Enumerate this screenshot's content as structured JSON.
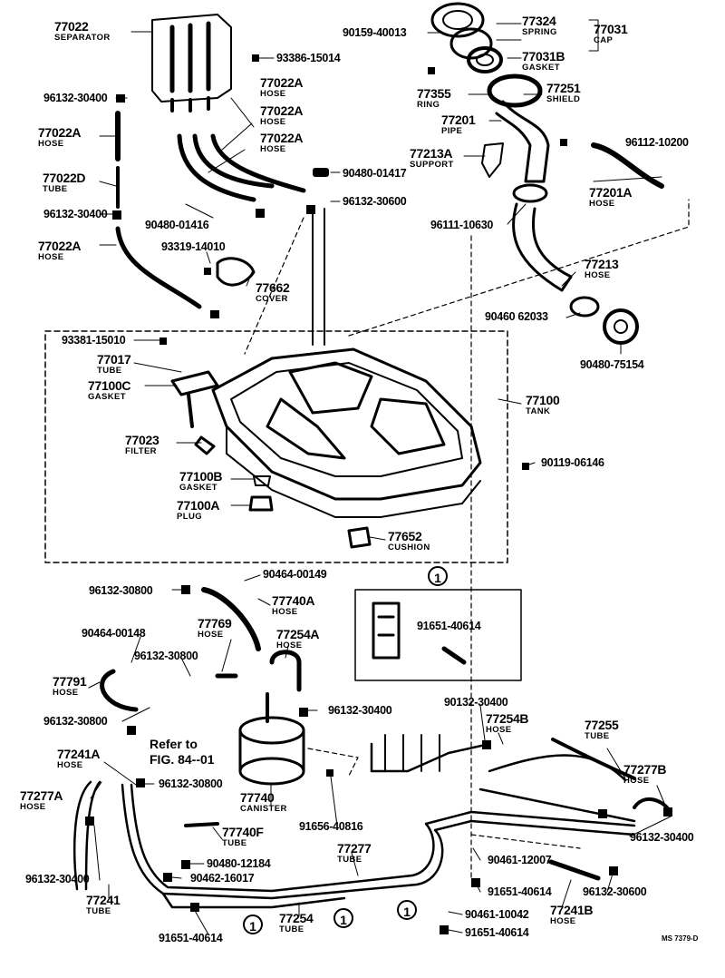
{
  "labels": {
    "separator": {
      "pn": "77022",
      "nm": "SEPARATOR"
    },
    "cap": {
      "pn": "77031",
      "nm": "CAP"
    },
    "spring": {
      "pn": "77324",
      "nm": "SPRING"
    },
    "gasket_cap": {
      "pn": "77031B",
      "nm": "GASKET"
    },
    "bolt_90159": {
      "pn": "90159-40013",
      "nm": ""
    },
    "bolt_93386": {
      "pn": "93386-15014",
      "nm": ""
    },
    "ring": {
      "pn": "77355",
      "nm": "RING"
    },
    "shield": {
      "pn": "77251",
      "nm": "SHIELD"
    },
    "pipe": {
      "pn": "77201",
      "nm": "PIPE"
    },
    "support": {
      "pn": "77213A",
      "nm": "SUPPORT"
    },
    "clip_96112": {
      "pn": "96112-10200",
      "nm": ""
    },
    "hose_77201a": {
      "pn": "77201A",
      "nm": "HOSE"
    },
    "clamp_96111": {
      "pn": "96111-10630",
      "nm": ""
    },
    "hose_77213": {
      "pn": "77213",
      "nm": "HOSE"
    },
    "clamp_90460": {
      "pn": "90460 62033",
      "nm": ""
    },
    "grommet_90480a": {
      "pn": "90480-75154",
      "nm": ""
    },
    "hose_a1": {
      "pn": "77022A",
      "nm": "HOSE"
    },
    "hose_a2": {
      "pn": "77022A",
      "nm": "HOSE"
    },
    "hose_a3": {
      "pn": "77022A",
      "nm": "HOSE"
    },
    "clip_96132_a": {
      "pn": "96132-30400",
      "nm": ""
    },
    "hose_77022a_l": {
      "pn": "77022A",
      "nm": "HOSE"
    },
    "tube_77022d": {
      "pn": "77022D",
      "nm": "TUBE"
    },
    "clip_96132_b": {
      "pn": "96132-30400",
      "nm": ""
    },
    "hose_77022a_l2": {
      "pn": "77022A",
      "nm": "HOSE"
    },
    "grommet_90480b": {
      "pn": "90480-01417",
      "nm": ""
    },
    "clip_96132_c": {
      "pn": "96132-30600",
      "nm": ""
    },
    "grommet_90480c": {
      "pn": "90480-01416",
      "nm": ""
    },
    "screw_93319": {
      "pn": "93319-14010",
      "nm": ""
    },
    "cover": {
      "pn": "77662",
      "nm": "COVER"
    },
    "screw_93381": {
      "pn": "93381-15010",
      "nm": ""
    },
    "tube_77017": {
      "pn": "77017",
      "nm": "TUBE"
    },
    "gasket_77100c": {
      "pn": "77100C",
      "nm": "GASKET"
    },
    "tank": {
      "pn": "77100",
      "nm": "TANK"
    },
    "filter": {
      "pn": "77023",
      "nm": "FILTER"
    },
    "bolt_90119": {
      "pn": "90119-06146",
      "nm": ""
    },
    "gasket_77100b": {
      "pn": "77100B",
      "nm": "GASKET"
    },
    "plug": {
      "pn": "77100A",
      "nm": "PLUG"
    },
    "cushion": {
      "pn": "77652",
      "nm": "CUSHION"
    },
    "clamp_90464_a": {
      "pn": "90464-00149",
      "nm": ""
    },
    "clip_96132_d": {
      "pn": "96132-30800",
      "nm": ""
    },
    "hose_77740a": {
      "pn": "77740A",
      "nm": "HOSE"
    },
    "clamp_91651_a": {
      "pn": "91651-40614",
      "nm": ""
    },
    "clamp_90464_b": {
      "pn": "90464-00148",
      "nm": ""
    },
    "hose_77769": {
      "pn": "77769",
      "nm": "HOSE"
    },
    "hose_77254a": {
      "pn": "77254A",
      "nm": "HOSE"
    },
    "clip_96132_e": {
      "pn": "96132-30800",
      "nm": ""
    },
    "hose_77791": {
      "pn": "77791",
      "nm": "HOSE"
    },
    "clip_96132_f": {
      "pn": "96132-30800",
      "nm": ""
    },
    "clip_96132_g": {
      "pn": "96132-30400",
      "nm": ""
    },
    "clip_90132": {
      "pn": "90132-30400",
      "nm": ""
    },
    "hose_77254b": {
      "pn": "77254B",
      "nm": "HOSE"
    },
    "tube_77255": {
      "pn": "77255",
      "nm": "TUBE"
    },
    "hose_77241a": {
      "pn": "77241A",
      "nm": "HOSE"
    },
    "clip_96132_h": {
      "pn": "96132-30800",
      "nm": ""
    },
    "hose_77277b": {
      "pn": "77277B",
      "nm": "HOSE"
    },
    "hose_77277a": {
      "pn": "77277A",
      "nm": "HOSE"
    },
    "canister": {
      "pn": "77740",
      "nm": "CANISTER"
    },
    "bolt_91656": {
      "pn": "91656-40816",
      "nm": ""
    },
    "clip_96132_i": {
      "pn": "96132-30400",
      "nm": ""
    },
    "tube_77740f": {
      "pn": "77740F",
      "nm": "TUBE"
    },
    "tube_77277": {
      "pn": "77277",
      "nm": "TUBE"
    },
    "clip_96132_j": {
      "pn": "96132-30400",
      "nm": ""
    },
    "grommet_90480d": {
      "pn": "90480-12184",
      "nm": ""
    },
    "clamp_90461_a": {
      "pn": "90461-12007",
      "nm": ""
    },
    "clamp_90462": {
      "pn": "90462-16017",
      "nm": ""
    },
    "clamp_91651_b": {
      "pn": "91651-40614",
      "nm": ""
    },
    "clip_96132_k": {
      "pn": "96132-30600",
      "nm": ""
    },
    "tube_77241": {
      "pn": "77241",
      "nm": "TUBE"
    },
    "tube_77254": {
      "pn": "77254",
      "nm": "TUBE"
    },
    "clamp_90461_b": {
      "pn": "90461-10042",
      "nm": ""
    },
    "hose_77241b": {
      "pn": "77241B",
      "nm": "HOSE"
    },
    "clamp_91651_c": {
      "pn": "91651-40614",
      "nm": ""
    },
    "clamp_91651_d": {
      "pn": "91651-40614",
      "nm": ""
    }
  },
  "callout": "1",
  "note": {
    "line1": "Refer to",
    "line2": "FIG. 84--01"
  },
  "figure_code": "MS 7379-D"
}
